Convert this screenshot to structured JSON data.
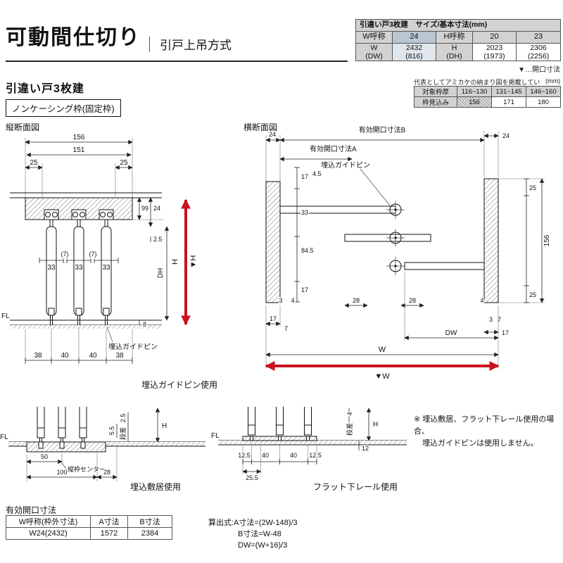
{
  "header": {
    "title": "可動間仕切り",
    "subtitle": "引戸上吊方式",
    "size_table": {
      "title": "引違い戸3枚建　サイズ/基本寸法(mm)",
      "r1": [
        "W呼称",
        "24",
        "H呼称",
        "20",
        "23"
      ],
      "r2a": [
        "W",
        "2432",
        "H",
        "2023",
        "2306"
      ],
      "r2b": [
        "(DW)",
        "(816)",
        "(DH)",
        "(1973)",
        "(2256)"
      ]
    },
    "opening_note": "▼…開口寸法"
  },
  "section": {
    "name": "引違い戸3枚建",
    "frame_type": "ノンケーシング枠(固定枠)",
    "frame_table": {
      "caption": "代表としてアミカケの納まり図を掲載しています。",
      "unit": "(mm)",
      "r1": [
        "対象枠厚",
        "116~130",
        "131~145",
        "146~160"
      ],
      "r2": [
        "枠見込み",
        "156",
        "171",
        "180"
      ]
    }
  },
  "vsec": {
    "title": "縦断面図",
    "d156": "156",
    "d151": "151",
    "d25l": "25",
    "d25r": "25",
    "d99": "99",
    "d24": "24",
    "d2_5": "2.5",
    "d7l": "(7)",
    "d7r": "(7)",
    "d33a": "33",
    "d33b": "33",
    "d33c": "33",
    "dh": "DH",
    "h": "H",
    "href": "▼H",
    "d8": "8",
    "fl": "FL",
    "pin": "埋込ガイドピン",
    "d38l": "38",
    "d40a": "40",
    "d40b": "40",
    "d38r": "38",
    "caption": "埋込ガイドピン使用"
  },
  "hsec": {
    "title": "横断面図",
    "label_b": "有効開口寸法B",
    "label_a": "有効開口寸法A",
    "pin": "埋込ガイドピン",
    "d24l": "24",
    "d24r": "24",
    "d17a": "17",
    "d4_5": "4.5",
    "d33": "33",
    "d84_5": "84.5",
    "d17b": "17",
    "d3l": "3",
    "d4l": "4",
    "d17l": "17",
    "d7l": "7",
    "d28a": "28",
    "d28b": "28",
    "d4r": "4",
    "d3r": "3",
    "d7r": "7",
    "d17r": "17",
    "d25t": "25",
    "d156": "156",
    "d25b": "25",
    "dw": "DW",
    "w": "W",
    "wref": "▼W"
  },
  "detail1": {
    "fl": "FL",
    "d2_5": "2.5",
    "step": "段差",
    "d5_5": "5.5",
    "h": "H",
    "d50": "50",
    "center": "縦枠センター",
    "d100": "100",
    "d28": "28",
    "caption": "埋込敷居使用"
  },
  "detail2": {
    "fl": "FL",
    "d4": "4",
    "step": "段差",
    "h": "H",
    "d12": "12",
    "d12_5l": "12.5",
    "d40a": "40",
    "d40b": "40",
    "d12_5r": "12.5",
    "d25_5": "25.5",
    "caption": "フラット下レール使用"
  },
  "note": {
    "line1": "※ 埋込敷居、フラット下レール使用の場合、",
    "line2": "埋込ガイドピンは使用しません。"
  },
  "opening_table": {
    "title": "有効開口寸法",
    "headers": [
      "W呼称(枠外寸法)",
      "A寸法",
      "B寸法"
    ],
    "row": [
      "W24(2432)",
      "1572",
      "2384"
    ]
  },
  "formulas": {
    "l1": "算出式:A寸法=(2W-148)/3",
    "l2": "B寸法=W-48",
    "l3": "DW=(W+16)/3"
  }
}
